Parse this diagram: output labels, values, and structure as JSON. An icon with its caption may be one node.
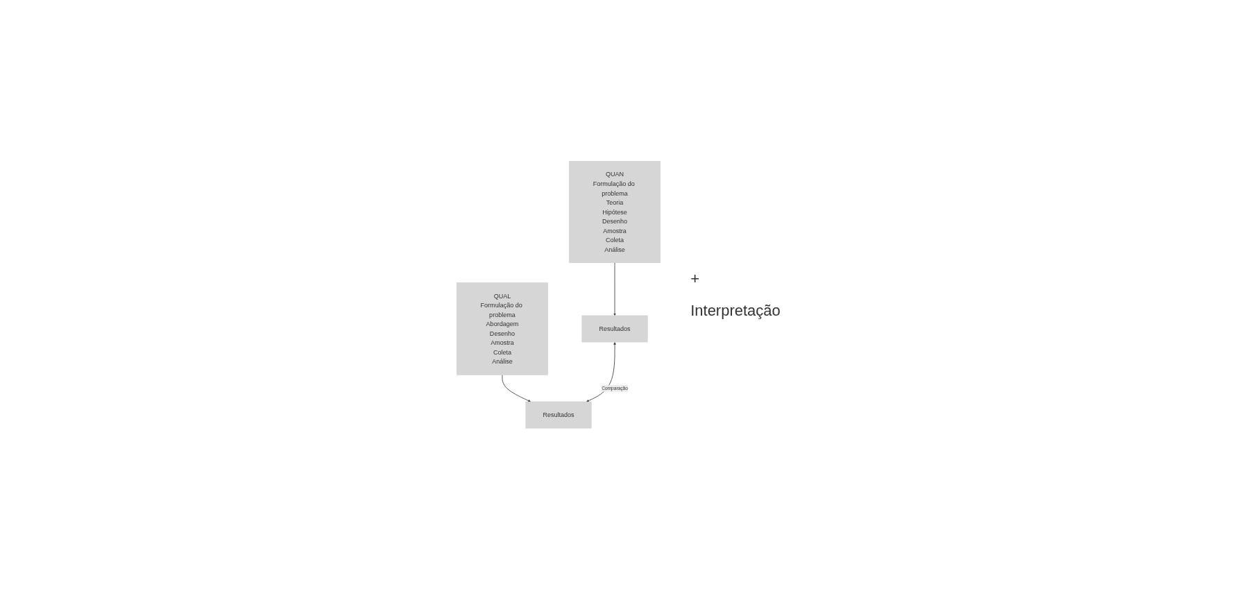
{
  "diagram": {
    "nodes": [
      {
        "text": [
          "QUAN",
          "Formulação do problema",
          "Teoria",
          "Hipótese",
          "Desenho",
          "Amostra",
          "Coleta",
          "Análise"
        ]
      },
      {
        "text": [
          "QUAL",
          "Formulação do problema",
          "Abordagem",
          "Desenho",
          "Amostra",
          "Coleta",
          "Análise"
        ]
      },
      {
        "text": [
          "Resultados"
        ]
      },
      {
        "text": [
          "Resultados"
        ]
      }
    ],
    "edges": [
      {
        "from": 0,
        "to": 2,
        "arrow": "to"
      },
      {
        "from": 1,
        "to": 3,
        "arrow": "to"
      },
      {
        "from": 2,
        "to": 3,
        "arrow": "both",
        "label": "Comparação"
      }
    ],
    "labels": [
      "+",
      "Interpretação"
    ]
  }
}
